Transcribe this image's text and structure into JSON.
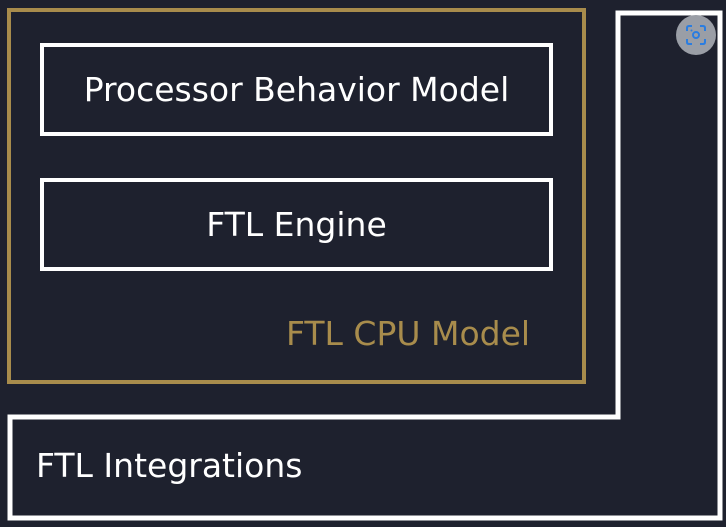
{
  "diagram": {
    "integrations_label": "FTL Integrations",
    "cpu_model_label": "FTL CPU Model",
    "components": [
      {
        "label": "Processor Behavior Model"
      },
      {
        "label": "FTL Engine"
      }
    ]
  },
  "colors": {
    "background": "#1e212e",
    "cpu_model_border": "#a88c4c",
    "integrations_border": "#ffffff",
    "lens_button_bg": "#9a9ea6",
    "lens_icon": "#2a7de1"
  },
  "overlay": {
    "icon": "visual-search-icon"
  }
}
